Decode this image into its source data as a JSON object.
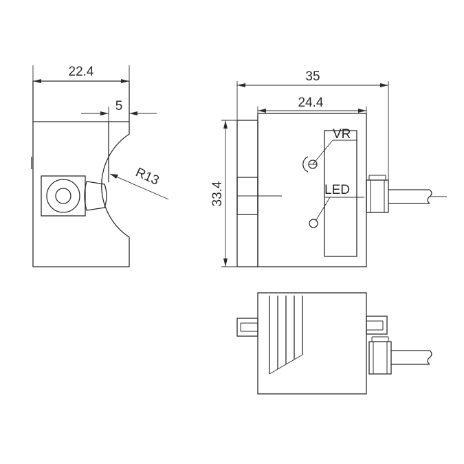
{
  "dimensions": {
    "side_width": "22.4",
    "side_slot": "5",
    "side_radius": "R13",
    "front_width": "35",
    "front_body": "24.4",
    "front_height": "33.4"
  },
  "labels": {
    "vr": "VR",
    "led": "LED"
  }
}
